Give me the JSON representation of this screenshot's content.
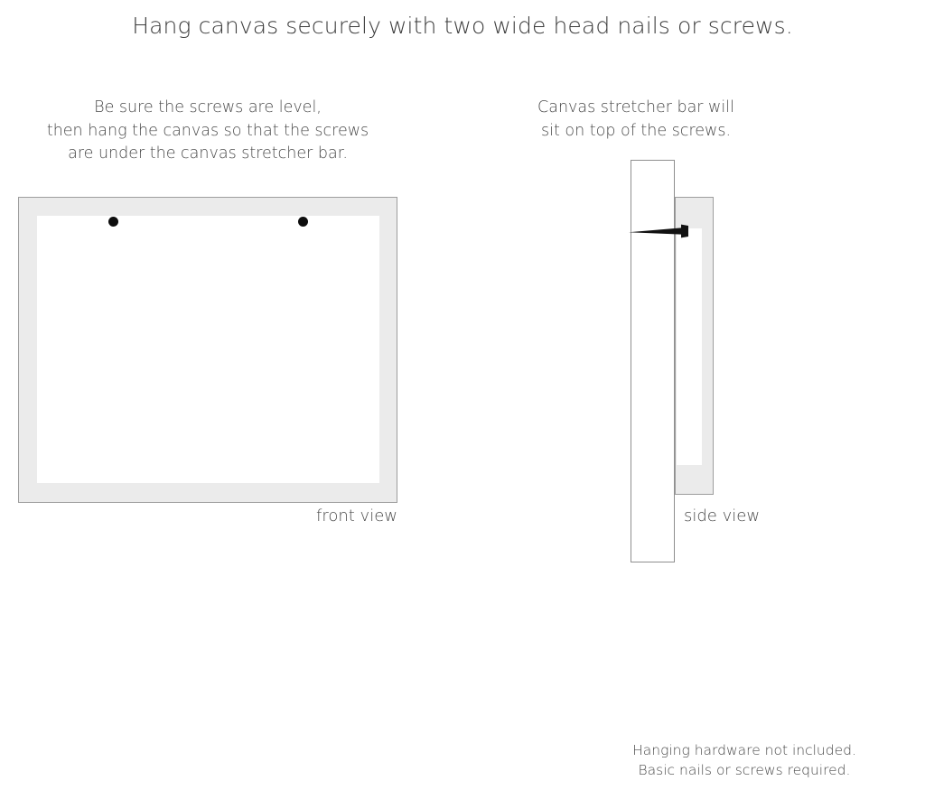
{
  "headline": "Hang canvas securely with two wide head nails or screws.",
  "captions": {
    "left": {
      "line1": "Be sure the screws are level,",
      "line2": "then hang the canvas so that the screws",
      "line3": "are under the canvas stretcher bar."
    },
    "right": {
      "line1": "Canvas stretcher bar will",
      "line2": "sit on top of the screws."
    }
  },
  "diagrams": {
    "front": {
      "label": "front view",
      "frame_fill": "#ebebeb",
      "frame_border": "#9d9d9d",
      "canvas_fill": "#ffffff",
      "screw_color": "#0d0d0d",
      "screw_count": 2
    },
    "side": {
      "label": "side view",
      "wall_fill": "#ffffff",
      "wall_border": "#8f8f8f",
      "bar_fill": "#ebebeb",
      "bar_border": "#9d9d9d",
      "bar_inner_fill": "#ffffff",
      "screw_color": "#111111"
    }
  },
  "footer": {
    "line1": "Hanging hardware not included.",
    "line2": "Basic nails or screws required."
  },
  "theme": {
    "background": "#ffffff",
    "text": "#3a3a3a",
    "muted_text": "#4a4a4a"
  }
}
